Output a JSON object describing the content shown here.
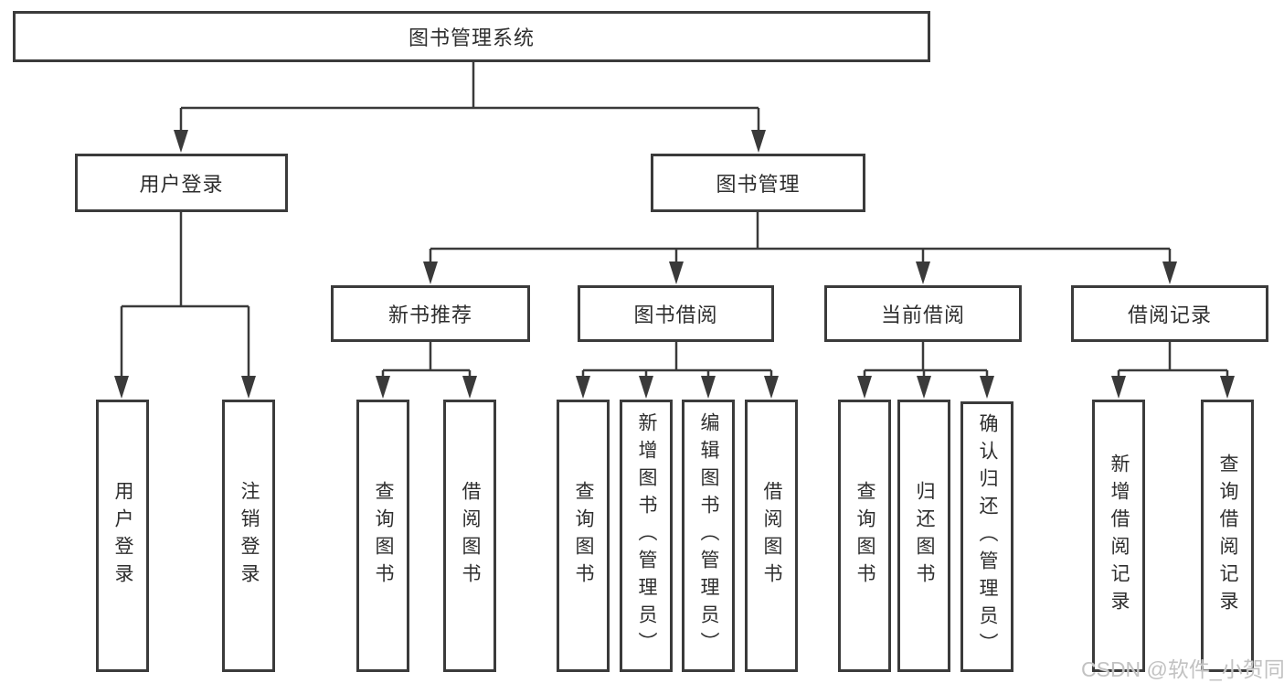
{
  "tree": {
    "root": {
      "label": "图书管理系统"
    },
    "branches": [
      {
        "label": "用户登录",
        "children": [
          {
            "label": "用户登录"
          },
          {
            "label": "注销登录"
          }
        ]
      },
      {
        "label": "图书管理",
        "children": [
          {
            "label": "新书推荐",
            "children": [
              {
                "label": "查询图书"
              },
              {
                "label": "借阅图书"
              }
            ]
          },
          {
            "label": "图书借阅",
            "children": [
              {
                "label": "查询图书"
              },
              {
                "label": "新增图书（管理员）"
              },
              {
                "label": "编辑图书（管理员）"
              },
              {
                "label": "借阅图书"
              }
            ]
          },
          {
            "label": "当前借阅",
            "children": [
              {
                "label": "查询图书"
              },
              {
                "label": "归还图书"
              },
              {
                "label": "确认归还（管理员）"
              }
            ]
          },
          {
            "label": "借阅记录",
            "children": [
              {
                "label": "新增借阅记录"
              },
              {
                "label": "查询借阅记录"
              }
            ]
          }
        ]
      }
    ]
  },
  "watermark": {
    "text": "CSDN @软件_小贺同学"
  },
  "colors": {
    "line": "#3a3a3a",
    "box_border": "#3b3b3b",
    "text": "#2e2e2e",
    "watermark": "#c2c2c2"
  }
}
